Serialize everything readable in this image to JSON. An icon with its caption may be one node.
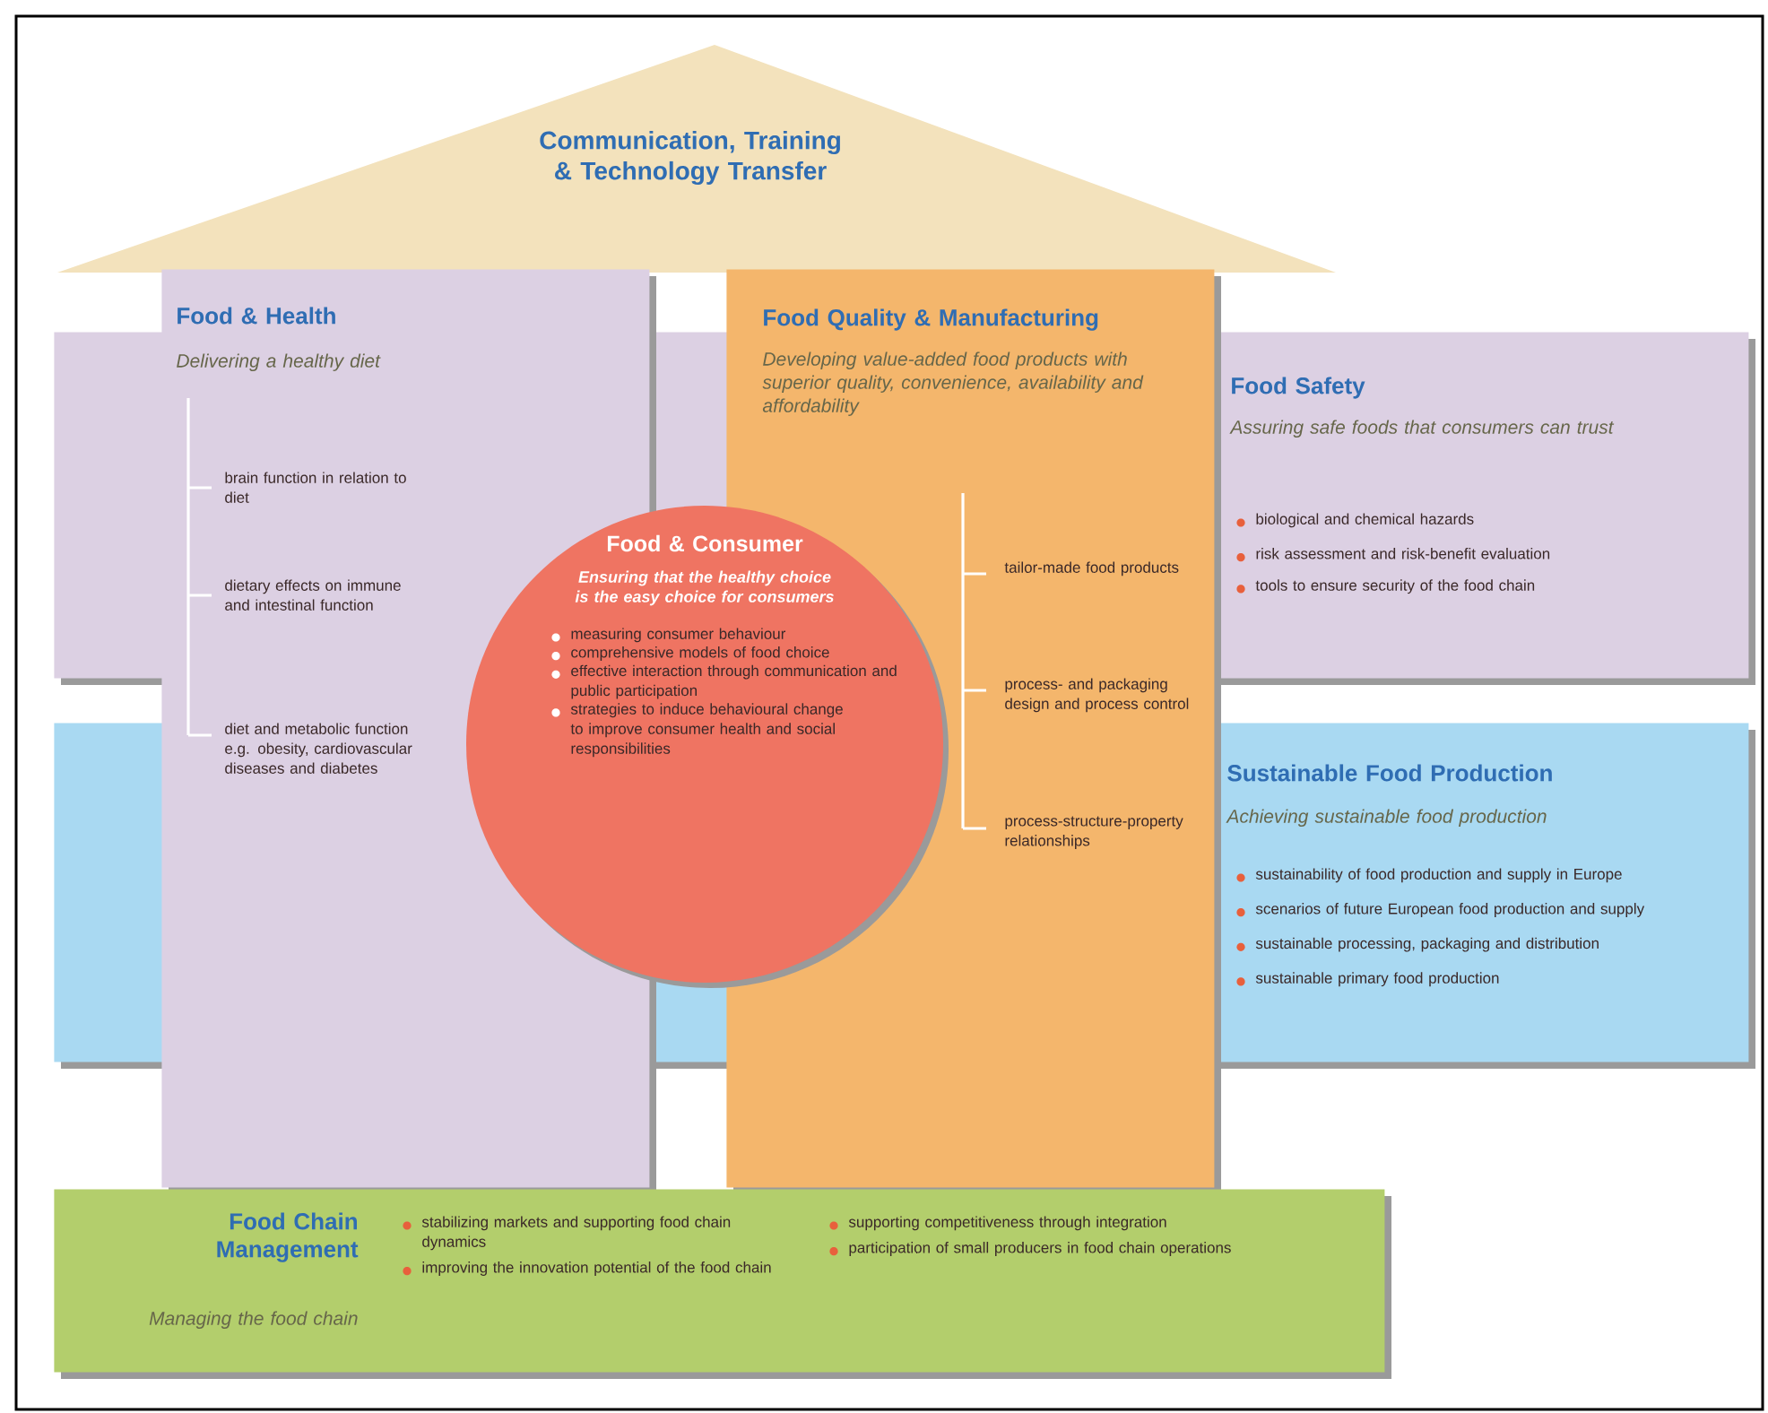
{
  "diagram": {
    "nodes": [
      {
        "text": [
          "Communication, Training & Technology Transfer"
        ]
      },
      {
        "text": [
          "Food & Health",
          "Delivering a healthy diet",
          "brain function in relation to diet",
          "dietary effects on immune and intestinal function",
          "diet and metabolic function e.g. obesity, cardiovascular diseases and diabetes"
        ]
      },
      {
        "text": [
          "Food Quality & Manufacturing",
          "Developing value-added food products with superior quality, convenience, availability and affordability",
          "tailor-made food products",
          "process- and packaging design and process control",
          "process-structure-property relationships"
        ]
      },
      {
        "text": [
          "Food & Consumer",
          "Ensuring that the healthy choice is the easy choice for consumers",
          "measuring consumer behaviour",
          "comprehensive models of food choice",
          "effective interaction through communication and public participation",
          "strategies to induce behavioural change to improve consumer health and social responsibilities"
        ]
      },
      {
        "text": [
          "Food Safety",
          "Assuring safe foods that consumers can trust",
          "biological and chemical hazards",
          "risk assessment and risk-benefit evaluation",
          "tools to ensure security of the food chain"
        ]
      },
      {
        "text": [
          "Sustainable Food Production",
          "Achieving sustainable food production",
          "sustainability of food production and supply in Europe",
          "scenarios of future European food production and supply",
          "sustainable processing, packaging and distribution",
          "sustainable primary food production"
        ]
      },
      {
        "text": [
          "Food Chain Management",
          "Managing the food chain",
          "stabilizing markets and supporting food chain dynamics",
          "improving the innovation potential of the food chain",
          "supporting competitiveness through integration",
          "participation of small producers in food chain operations"
        ]
      }
    ]
  }
}
